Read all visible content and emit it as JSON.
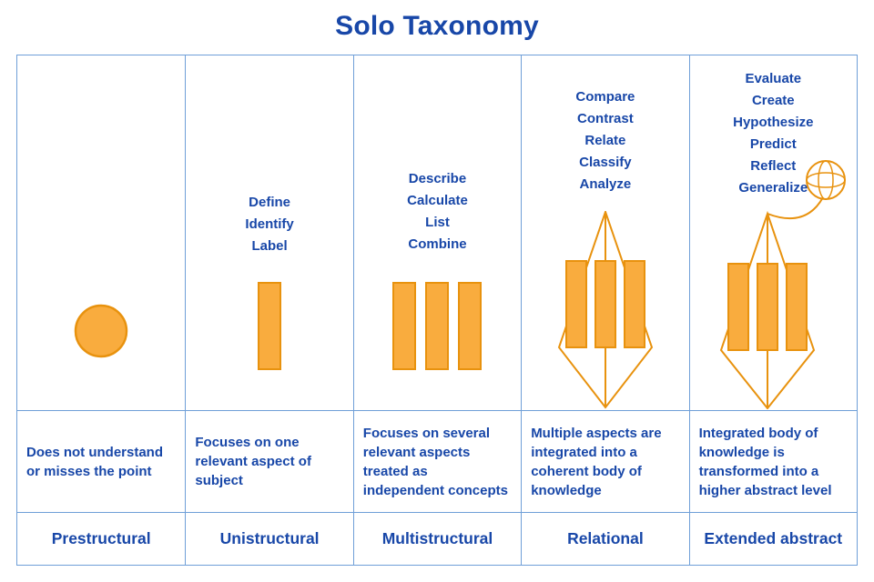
{
  "title": "Solo Taxonomy",
  "colors": {
    "blue": "#1847a8",
    "border": "#6f9fd8",
    "orange_fill": "#f9ac3e",
    "orange_stroke": "#e8920e"
  },
  "columns": [
    {
      "name": "Prestructural",
      "icon": "circle",
      "verbs": [],
      "description": "Does not understand or misses the point"
    },
    {
      "name": "Unistructural",
      "icon": "single-bar",
      "verbs": [
        "Define",
        "Identify",
        "Label"
      ],
      "description": "Focuses on one relevant aspect of subject"
    },
    {
      "name": "Multistructural",
      "icon": "three-bars",
      "verbs": [
        "Describe",
        "Calculate",
        "List",
        "Combine"
      ],
      "description": "Focuses on several relevant aspects treated as independent concepts"
    },
    {
      "name": "Relational",
      "icon": "diamond-three-bars",
      "verbs": [
        "Compare",
        "Contrast",
        "Relate",
        "Classify",
        "Analyze"
      ],
      "description": "Multiple aspects are integrated into a coherent body of knowledge"
    },
    {
      "name": "Extended abstract",
      "icon": "diamond-three-bars-sphere",
      "verbs": [
        "Evaluate",
        "Create",
        "Hypothesize",
        "Predict",
        "Reflect",
        "Generalize"
      ],
      "description": "Integrated body of knowledge is transformed into a higher abstract level"
    }
  ]
}
